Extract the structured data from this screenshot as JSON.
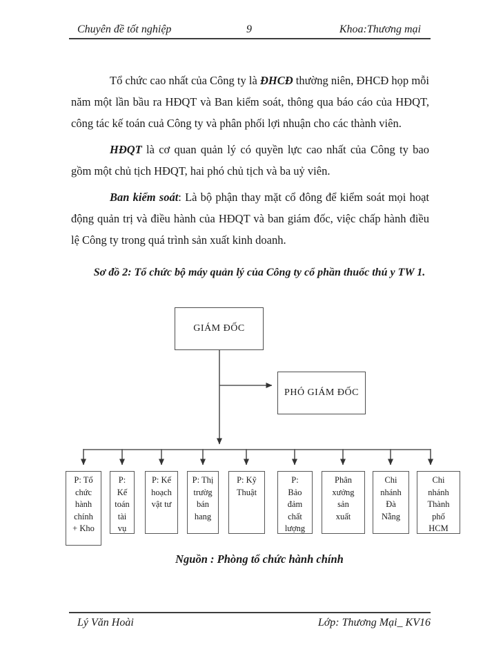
{
  "header": {
    "left": "Chuyên đề tốt nghiệp",
    "page_number": "9",
    "right": "Khoa:Thương mại"
  },
  "content": {
    "paragraphs": [
      {
        "pre": "Tổ chức cao nhất của Công ty là ",
        "bold": "ĐHCĐ",
        "post": " thường niên,  ĐHCĐ họp mỗi năm một lần bầu ra HĐQT và Ban kiểm soát, thông qua báo cáo của HĐQT, công tác kế toán cuả Công ty và phân phối lợi nhuận cho các thành viên."
      },
      {
        "pre": "",
        "bold": "HĐQT",
        "post": " là cơ quan quản lý có quyền lực cao nhất của Công ty bao gồm một chủ tịch HĐQT,  hai phó chủ tịch và ba uỷ viên."
      },
      {
        "pre": "",
        "bold": "Ban kiểm soát",
        "post": ": Là bộ phận thay mặt cổ đông để kiểm soát mọi hoạt động quản trị và điều hành của HĐQT và ban giám đốc,  việc chấp hành điều lệ Công ty trong quá trình sản xuất kinh doanh."
      }
    ],
    "diagram_title": "Sơ đồ 2: Tổ chức bộ máy quản lý của Công ty cổ phần thuốc thú y TW 1.",
    "source_caption": "Nguồn : Phòng tổ chức hành chính"
  },
  "diagram": {
    "director": "GIÁM ĐỐC",
    "deputy_director": "PHÓ  GIÁM ĐỐC",
    "departments": [
      "P: Tổ\nchức\nhành\nchính\n+ Kho",
      "P:\nKế\ntoán\ntài\nvụ",
      "P: Kế\nhoạch\nvật tư",
      "P: Thị\ntrườg\nbán\nhang",
      "P: Kỹ\nThuật",
      "P:\nBảo\nđảm\nchất\nlượng",
      "Phân\nxưởng\nsản\nxuất",
      "Chi\nnhánh\nĐà\nNẵng",
      "Chi\nnhánh\nThành\nphố\nHCM"
    ]
  },
  "footer": {
    "left": "Lý Văn Hoài",
    "right": "Lớp: Thương Mại_ KV16"
  }
}
